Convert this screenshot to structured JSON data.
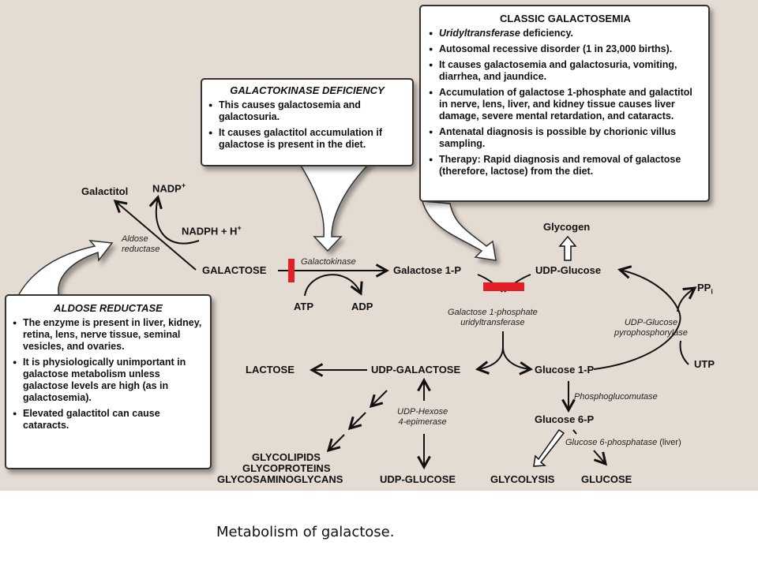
{
  "caption": "Metabolism of galactose.",
  "colors": {
    "background": "#e4dbd2",
    "block_bar": "#e21f26",
    "callout": "#ffffff",
    "ink": "#111111"
  },
  "callouts": {
    "classic": {
      "title": "CLASSIC GALACTOSEMIA",
      "items": [
        {
          "italic": "Uridyltransferase",
          "text": " deficiency."
        },
        {
          "text": "Autosomal recessive disorder  (1 in 23,000 births)."
        },
        {
          "text": "It causes galactosemia and galactosuria, vomiting, diarrhea, and jaundice."
        },
        {
          "text": "Accumulation of galactose 1-phosphate and galactitol in nerve, lens, liver, and kidney tissue causes liver damage, severe mental retardation, and cataracts."
        },
        {
          "text": "Antenatal diagnosis is possible by chorionic villus sampling."
        },
        {
          "text": "Therapy: Rapid diagnosis and removal of galactose (therefore, lactose) from the diet."
        }
      ]
    },
    "galactokinase": {
      "title": "GALACTOKINASE DEFICIENCY",
      "items": [
        {
          "text": "This causes galactosemia and galactosuria."
        },
        {
          "text": "It causes galactitol accumulation if galactose is present in the diet."
        }
      ]
    },
    "aldose": {
      "title": "ALDOSE REDUCTASE",
      "items": [
        {
          "text": "The enzyme is present in liver, kidney, retina, lens, nerve tissue, seminal vesicles, and ovaries."
        },
        {
          "text": "It is physiologically unimportant in galactose metabolism unless galactose levels are high (as in galactosemia)."
        },
        {
          "text": "Elevated galactitol can cause cataracts."
        }
      ]
    }
  },
  "metabolites": {
    "galactitol": "Galactitol",
    "nadp": "NADP",
    "nadp_sup": "+",
    "nadph": "NADPH + H",
    "nadph_sup": "+",
    "galactose": "GALACTOSE",
    "atp": "ATP",
    "adp": "ADP",
    "galactose_1p": "Galactose 1-P",
    "udp_glucose_top": "UDP-Glucose",
    "glycogen": "Glycogen",
    "ppi": "PP",
    "ppi_sub": "i",
    "utp": "UTP",
    "lactose": "LACTOSE",
    "udp_galactose": "UDP-GALACTOSE",
    "glucose_1p": "Glucose 1-P",
    "glucose_6p": "Glucose 6-P",
    "glycolipids": "GLYCOLIPIDS",
    "glycoproteins": "GLYCOPROTEINS",
    "glycosaminoglycans": "GLYCOSAMINOGLYCANS",
    "udp_glucose_bottom": "UDP-GLUCOSE",
    "glycolysis": "GLYCOLYSIS",
    "glucose": "GLUCOSE"
  },
  "enzymes": {
    "aldose_reductase_1": "Aldose",
    "aldose_reductase_2": "reductase",
    "galactokinase": "Galactokinase",
    "uridyltransferase_1": "Galactose 1-phosphate",
    "uridyltransferase_2": "uridyltransferase",
    "pyrophosphorylase_1": "UDP-Glucose",
    "pyrophosphorylase_2": "pyrophosphorylase",
    "phosphoglucomutase": "Phosphoglucomutase",
    "epimerase_1": "UDP-Hexose",
    "epimerase_2": "4-epimerase",
    "glucose6phosphatase": "Glucose 6-phosphatase",
    "glucose6phosphatase_note": " (liver)"
  }
}
